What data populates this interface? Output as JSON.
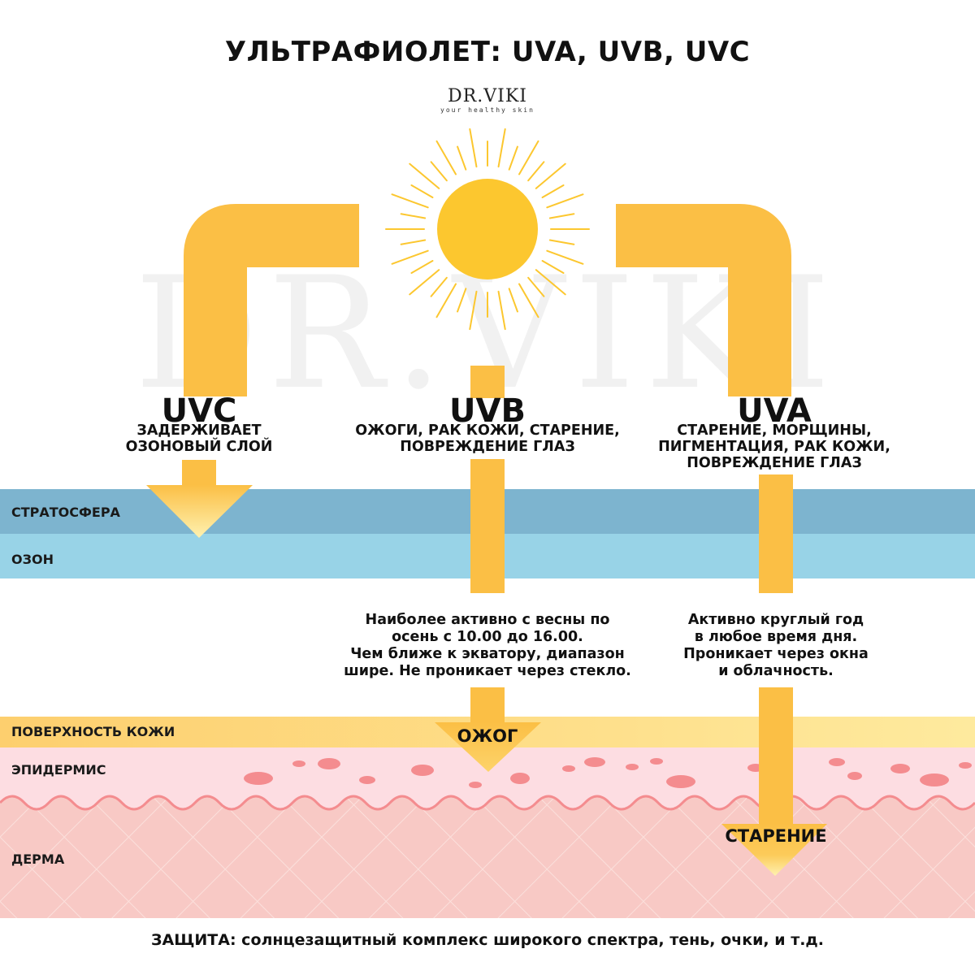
{
  "title": "УЛЬТРАФИОЛЕТ: UVA, UVB, UVC",
  "logo": {
    "main": "DR.VIKI",
    "tagline": "your healthy skin"
  },
  "watermark": "DR.VIKI",
  "colors": {
    "arrow": "#FBBF45",
    "sun": "#FCC72F",
    "stratosphere": "#7DB4CF",
    "ozone": "#98D3E7",
    "skin_surface": "#FDD77A",
    "epidermis": "#FDDDE2",
    "epidermis_cells": "#F48C8F",
    "dermis": "#F8C9C5"
  },
  "rays": {
    "uvc": {
      "name": "UVC",
      "desc": [
        "ЗАДЕРЖИВАЕТ",
        "ОЗОНОВЫЙ СЛОЙ"
      ]
    },
    "uvb": {
      "name": "UVB",
      "desc": [
        "ОЖОГИ, РАК КОЖИ, СТАРЕНИЕ,",
        "ПОВРЕЖДЕНИЕ ГЛАЗ"
      ],
      "info": [
        "Наиболее активно с весны по",
        "осень с 10.00 до 16.00.",
        "Чем ближе к экватору, диапазон",
        "шире. Не проникает через стекло."
      ],
      "result": "ОЖОГ"
    },
    "uva": {
      "name": "UVA",
      "desc": [
        "СТАРЕНИЕ, МОРЩИНЫ,",
        "ПИГМЕНТАЦИЯ, РАК КОЖИ,",
        "ПОВРЕЖДЕНИЕ ГЛАЗ"
      ],
      "info": [
        "Активно круглый год",
        "в любое время дня.",
        "Проникает через окна",
        "и облачность."
      ],
      "result": "СТАРЕНИЕ"
    }
  },
  "layers": {
    "stratosphere": "СТРАТОСФЕРА",
    "ozone": "ОЗОН",
    "skin_surface": "ПОВЕРХНОСТЬ КОЖИ",
    "epidermis": "ЭПИДЕРМИС",
    "dermis": "ДЕРМА"
  },
  "footer": "ЗАЩИТА: солнцезащитный комплекс широкого спектра, тень, очки, и т.д."
}
